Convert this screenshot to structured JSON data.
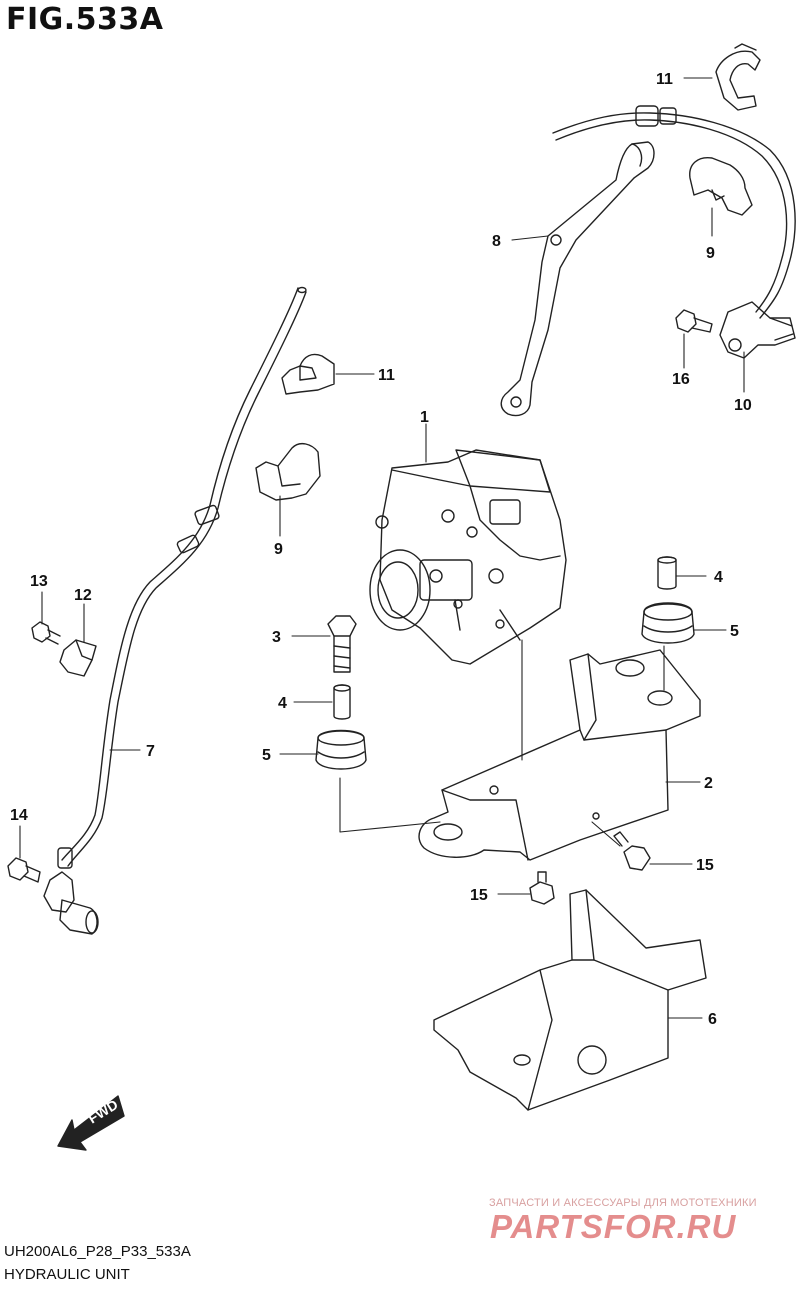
{
  "figure": {
    "title": "FIG.533A",
    "code": "UH200AL6_P28_P33_533A",
    "name": "HYDRAULIC UNIT"
  },
  "direction_arrow": {
    "label": "FWD"
  },
  "watermark": {
    "line1": "ЗАПЧАСТИ И АКСЕССУАРЫ ДЛЯ МОТОТЕХНИКИ",
    "line2": "PARTSFOR.RU"
  },
  "callouts": {
    "c1": "1",
    "c2": "2",
    "c3": "3",
    "c4a": "4",
    "c4b": "4",
    "c5a": "5",
    "c5b": "5",
    "c6": "6",
    "c7": "7",
    "c8": "8",
    "c9a": "9",
    "c9b": "9",
    "c10": "10",
    "c11a": "11",
    "c11b": "11",
    "c12": "12",
    "c13": "13",
    "c14": "14",
    "c15a": "15",
    "c15b": "15",
    "c16": "16"
  },
  "colors": {
    "line": "#222222",
    "watermark": "#e07a7a"
  }
}
